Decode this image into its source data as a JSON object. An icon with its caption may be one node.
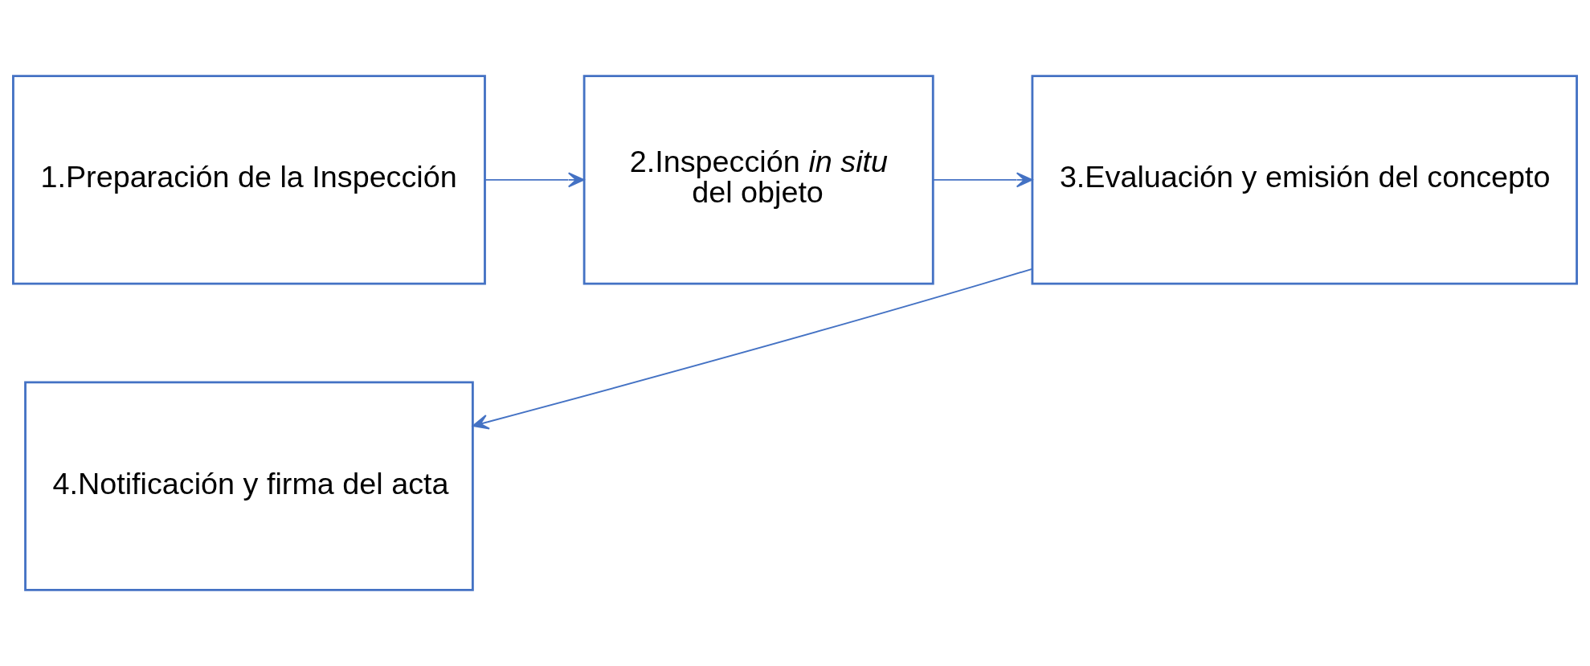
{
  "diagram": {
    "nodes": [
      {
        "text": [
          "1.Preparación de la Inspección"
        ]
      },
      {
        "text": [
          "2.Inspección *in situ* del objeto"
        ]
      },
      {
        "text": [
          "3.Evaluación y emisión del concepto"
        ]
      },
      {
        "text": [
          "4.Notificación y firma del acta"
        ]
      }
    ],
    "edges": [
      {
        "from": 0,
        "to": 1,
        "arrow": "to"
      },
      {
        "from": 1,
        "to": 2,
        "arrow": "to"
      },
      {
        "from": 2,
        "to": 3,
        "arrow": "to"
      }
    ]
  }
}
